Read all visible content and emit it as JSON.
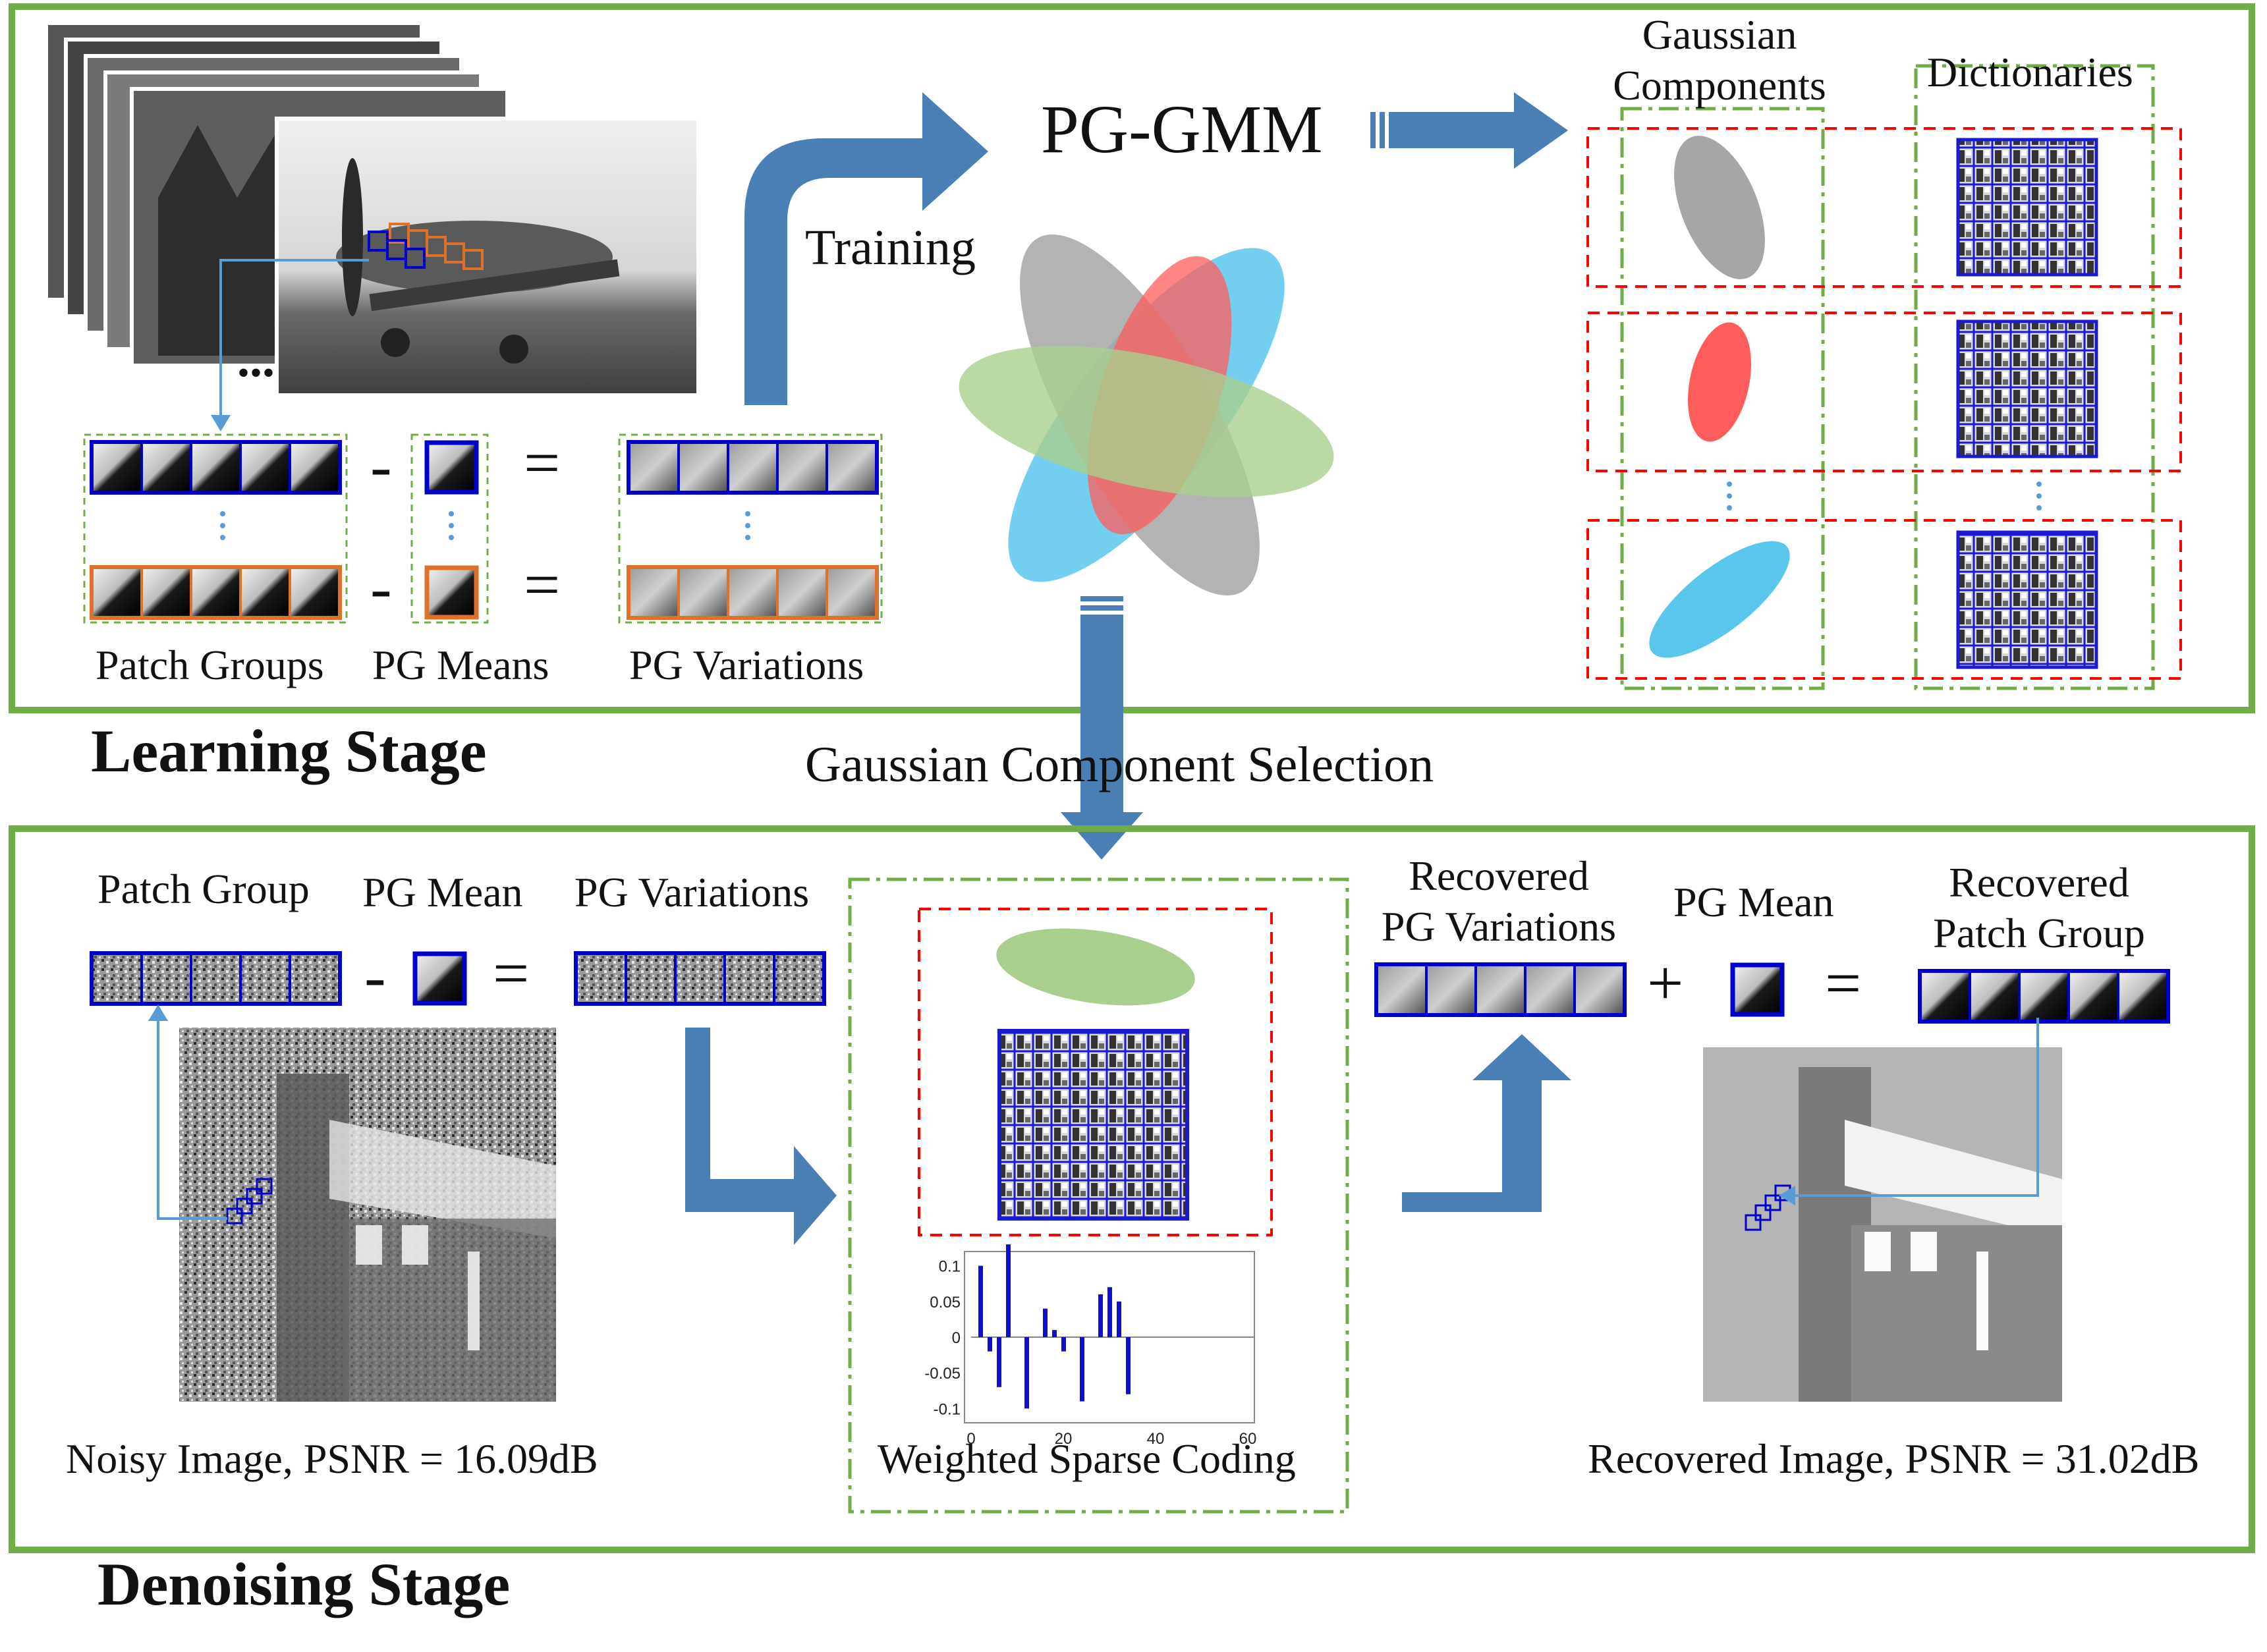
{
  "learning": {
    "stage_title": "Learning Stage",
    "patch_groups": "Patch Groups",
    "pg_means": "PG Means",
    "pg_variations": "PG Variations",
    "minus": "-",
    "equals": "=",
    "ellipsis": "...",
    "training": "Training",
    "model": "PG-GMM",
    "gaussian_components": [
      "Gaussian",
      "Components"
    ],
    "dictionaries": "Dictionaries"
  },
  "middle": {
    "selection": "Gaussian Component Selection"
  },
  "denoising": {
    "stage_title": "Denoising Stage",
    "patch_group": "Patch Group",
    "pg_mean": "PG Mean",
    "pg_variations": "PG Variations",
    "recovered_variations": [
      "Recovered",
      "PG Variations"
    ],
    "pg_mean_right": "PG Mean",
    "recovered_patch_group": [
      "Recovered",
      "Patch Group"
    ],
    "noisy_caption": "Noisy Image, PSNR = 16.09dB",
    "recovered_caption": "Recovered Image, PSNR = 31.02dB",
    "sparse_caption": "Weighted Sparse Coding",
    "minus": "-",
    "plus": "+",
    "equals": "="
  },
  "chart_data": {
    "type": "bar",
    "x": [
      2,
      4,
      6,
      8,
      12,
      16,
      18,
      20,
      24,
      28,
      30,
      32,
      34
    ],
    "values": [
      0.1,
      -0.02,
      -0.07,
      0.13,
      -0.1,
      0.04,
      0.01,
      -0.02,
      -0.09,
      0.06,
      0.07,
      0.05,
      -0.08
    ],
    "xlim": [
      0,
      60
    ],
    "ylim": [
      -0.12,
      0.12
    ],
    "xticks": [
      "0",
      "20",
      "40",
      "60"
    ],
    "yticks": [
      "0.1",
      "0.05",
      "0",
      "-0.05",
      "-0.1"
    ],
    "bar_color": "#1010cc"
  },
  "colors": {
    "frame_green": "#70ad47",
    "dash_green": "#70ad47",
    "dash_red": "#ff0000",
    "arrow_blue": "#4a7fb5",
    "patch_blue": "#0000cc",
    "patch_orange": "#e0712a",
    "ellipse_gray": "#a6a6a6",
    "ellipse_red": "#ff5c5c",
    "ellipse_blue": "#5bc6ec",
    "ellipse_green": "#a9cf8f"
  },
  "icons": {
    "arrow": "block-arrow",
    "image": "grayscale-photo"
  }
}
